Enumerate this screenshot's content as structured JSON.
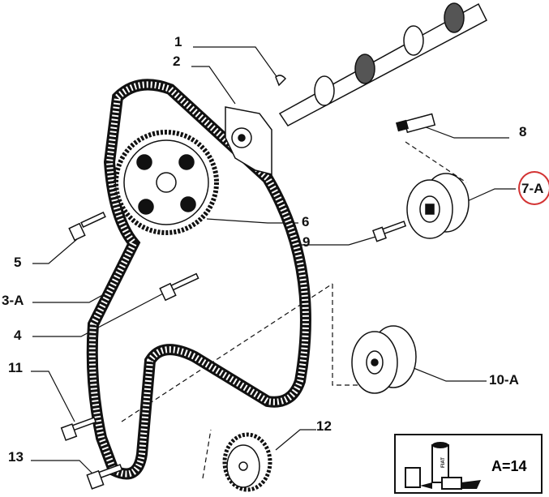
{
  "diagram": {
    "labels": {
      "p1": "1",
      "p2": "2",
      "p3a": "3-A",
      "p4": "4",
      "p5": "5",
      "p6": "6",
      "p7a": "7-A",
      "p8": "8",
      "p9": "9",
      "p10a": "10-A",
      "p11": "11",
      "p12": "12",
      "p13": "13"
    },
    "legend": {
      "value": "A=14",
      "product_text": "FIAT"
    },
    "highlight_color": "#d33333"
  }
}
